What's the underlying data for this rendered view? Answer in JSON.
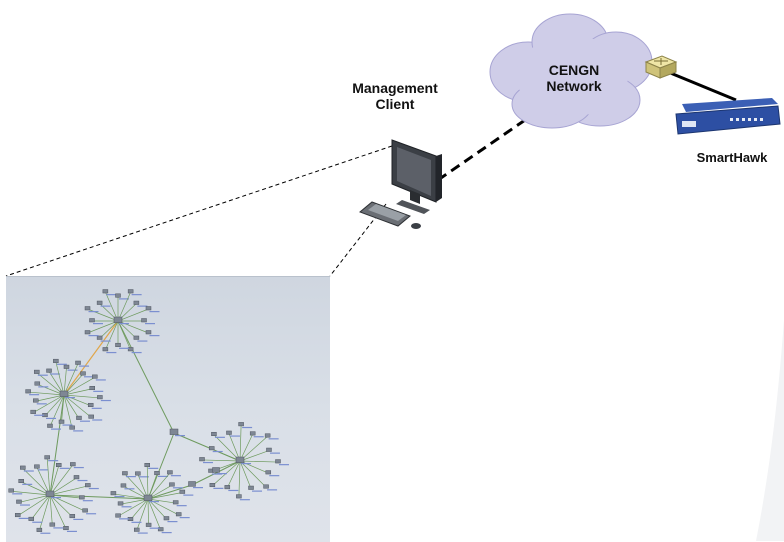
{
  "cloud": {
    "line1": "CENGN",
    "line2": "Network",
    "fill": "#cfcde8",
    "stroke": "#a7a4d3"
  },
  "client": {
    "line1": "Management",
    "line2": "Client"
  },
  "appliance": {
    "label": "SmartHawk",
    "brand": "#2d4fa3"
  },
  "icons": {
    "switch": "network-switch-icon",
    "workstation": "workstation-icon",
    "appliance": "smarthawk-appliance-icon"
  },
  "topology": {
    "link_color": "#6e9a5e",
    "highlight_link_color": "#e0a64a",
    "node_color": "#7e8794"
  }
}
